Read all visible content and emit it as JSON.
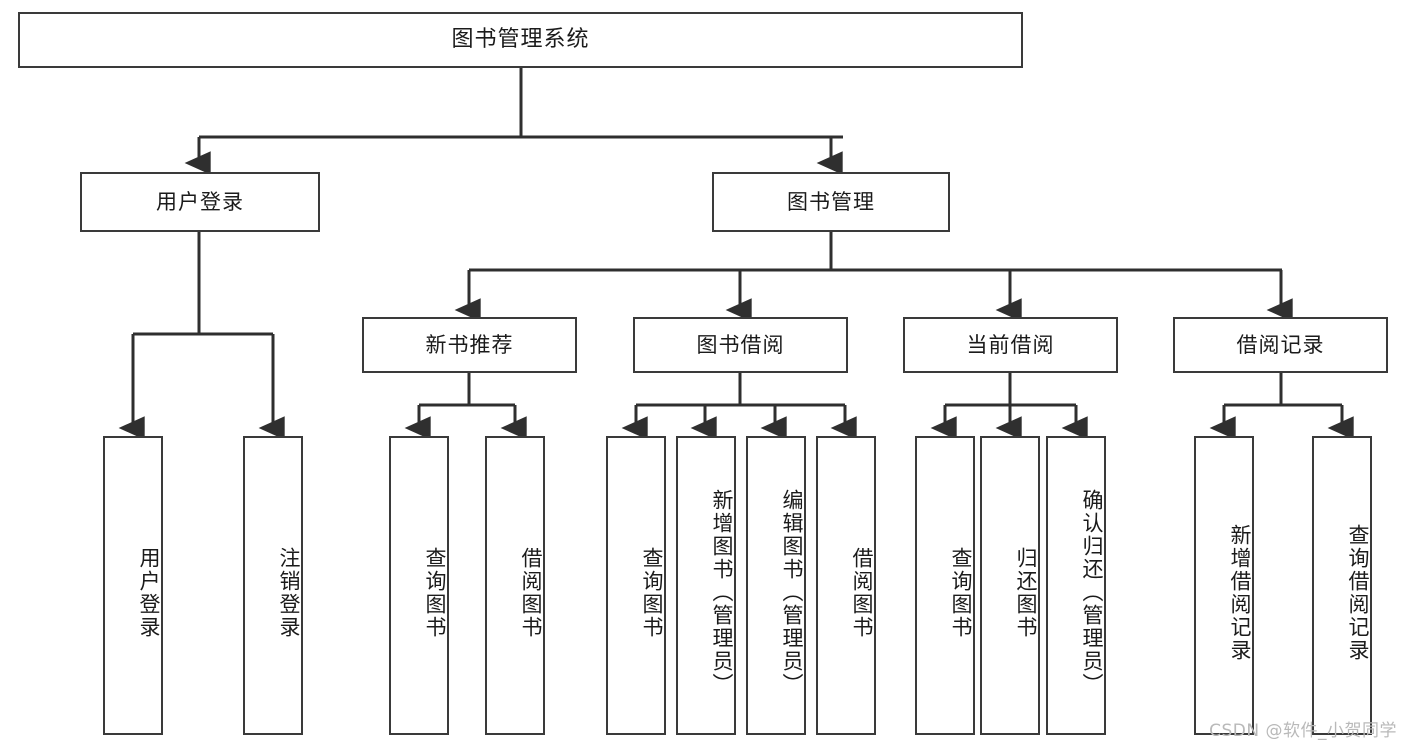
{
  "diagram": {
    "title": "图书管理系统",
    "type": "hierarchy-tree",
    "watermark": "CSDN @软件_小贺同学",
    "colors": {
      "box_border": "#3a3a3a",
      "box_fill": "#ffffff",
      "line": "#2f2f2f",
      "text": "#1b1b1b",
      "watermark": "#b9b9b9"
    },
    "root": {
      "label": "图书管理系统"
    },
    "level2": [
      {
        "label": "用户登录"
      },
      {
        "label": "图书管理"
      }
    ],
    "level3": [
      {
        "label": "新书推荐"
      },
      {
        "label": "图书借阅"
      },
      {
        "label": "当前借阅"
      },
      {
        "label": "借阅记录"
      }
    ],
    "leaves": {
      "user_login": [
        {
          "label": "用户登录"
        },
        {
          "label": "注销登录"
        }
      ],
      "new_book_recommend": [
        {
          "label": "查询图书"
        },
        {
          "label": "借阅图书"
        }
      ],
      "book_borrow": [
        {
          "label": "查询图书"
        },
        {
          "label": "新增图书（管理员）"
        },
        {
          "label": "编辑图书（管理员）"
        },
        {
          "label": "借阅图书"
        }
      ],
      "current_borrow": [
        {
          "label": "查询图书"
        },
        {
          "label": "归还图书"
        },
        {
          "label": "确认归还（管理员）"
        }
      ],
      "borrow_record": [
        {
          "label": "新增借阅记录"
        },
        {
          "label": "查询借阅记录"
        }
      ]
    }
  }
}
